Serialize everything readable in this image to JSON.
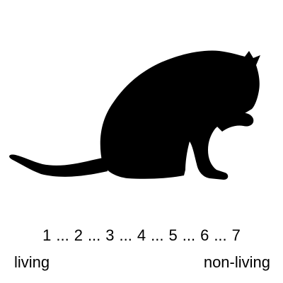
{
  "stimulus": {
    "image": "cat-silhouette",
    "fill": "#000000",
    "background": "#ffffff"
  },
  "scale": {
    "points": [
      "1",
      "2",
      "3",
      "4",
      "5",
      "6",
      "7"
    ],
    "separator": "...",
    "left_anchor": "living",
    "right_anchor": "non-living"
  }
}
